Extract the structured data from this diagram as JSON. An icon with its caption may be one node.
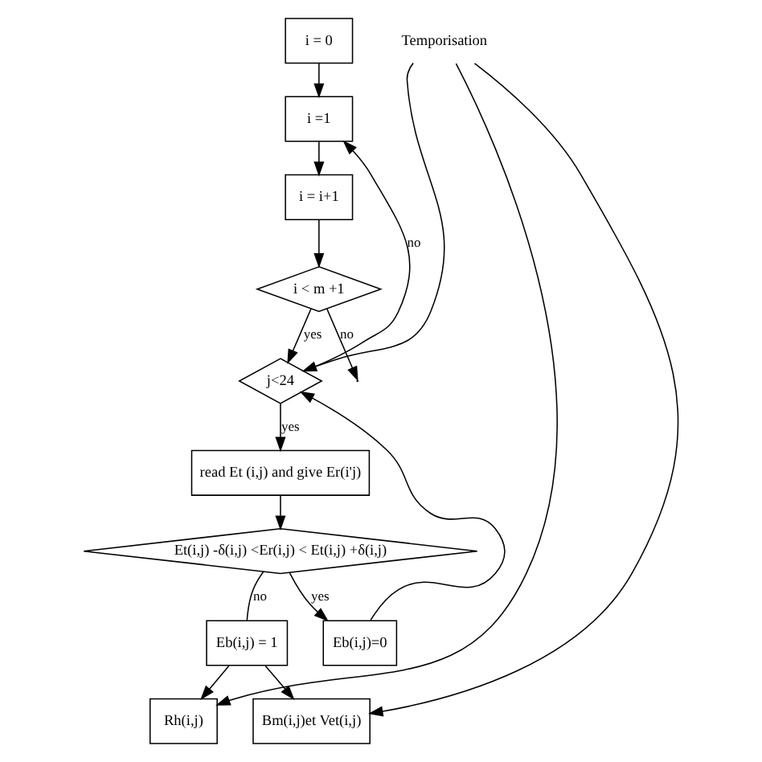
{
  "diagram": {
    "nodes": [
      {
        "text": [
          "i = 0"
        ]
      },
      {
        "text": [
          "i =1"
        ]
      },
      {
        "text": [
          "i = i+1"
        ]
      },
      {
        "text": [
          "i < m +1"
        ]
      },
      {
        "text": [
          "j<24"
        ]
      },
      {
        "text": [
          "read Et (i,j) and give Er(i'j)"
        ]
      },
      {
        "text": [
          "Et(i,j) -δ(i,j) <Er(i,j) < Et(i,j) +δ(i,j)"
        ]
      },
      {
        "text": [
          "Eb(i,j) = 1"
        ]
      },
      {
        "text": [
          "Eb(i,j)=0"
        ]
      },
      {
        "text": [
          "Rh(i,j)"
        ]
      },
      {
        "text": [
          "Bm(i,j)et Vet(i,j)"
        ]
      },
      {
        "text": [
          "Temporisation"
        ]
      }
    ],
    "edges": [
      {
        "from": 0,
        "to": 1,
        "arrow": "to"
      },
      {
        "from": 1,
        "to": 2,
        "arrow": "to"
      },
      {
        "from": 2,
        "to": 3,
        "arrow": "to"
      },
      {
        "from": 3,
        "to": null,
        "arrow": "to",
        "label": "no"
      },
      {
        "from": 3,
        "to": 4,
        "arrow": "to",
        "label": "yes"
      },
      {
        "from": 4,
        "to": 1,
        "arrow": "to",
        "label": "no"
      },
      {
        "from": 4,
        "to": 5,
        "arrow": "to",
        "label": "yes"
      },
      {
        "from": 5,
        "to": 6,
        "arrow": "to"
      },
      {
        "from": 6,
        "to": 7,
        "arrow": "none",
        "label": "no"
      },
      {
        "from": 6,
        "to": 8,
        "arrow": "to",
        "label": "yes"
      },
      {
        "from": 7,
        "to": 9,
        "arrow": "to"
      },
      {
        "from": 7,
        "to": 10,
        "arrow": "to"
      },
      {
        "from": 11,
        "to": 9,
        "arrow": "to"
      },
      {
        "from": 11,
        "to": 10,
        "arrow": "to"
      },
      {
        "from": 8,
        "to": 4,
        "arrow": "to"
      },
      {
        "from": 11,
        "to": 4,
        "arrow": "to"
      }
    ]
  }
}
